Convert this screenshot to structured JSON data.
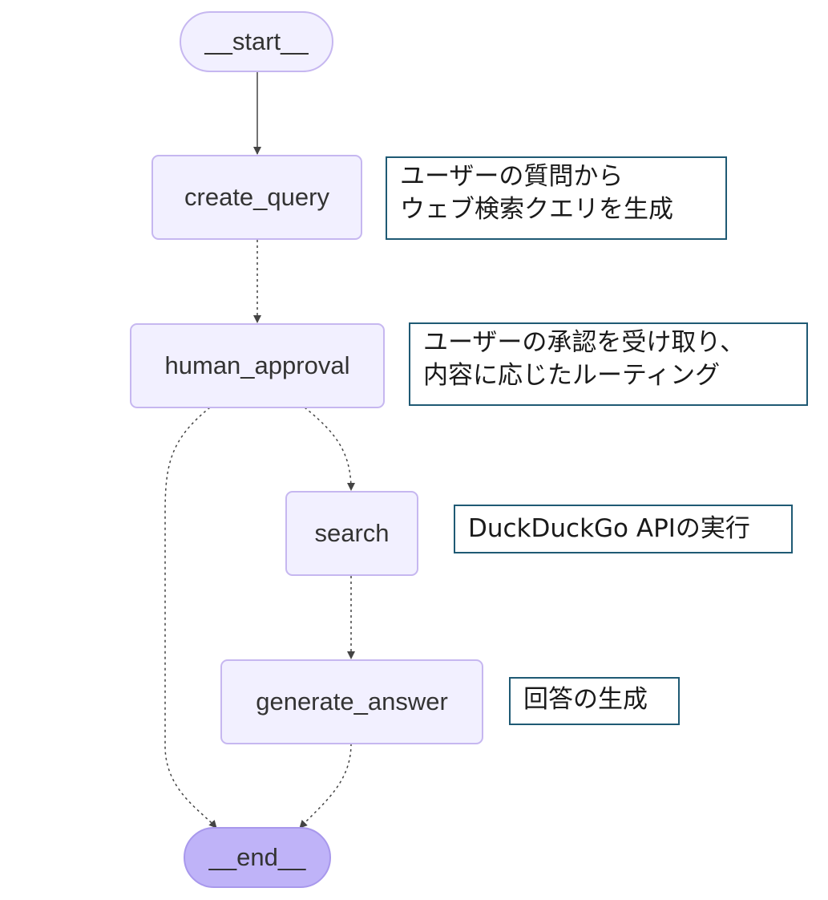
{
  "nodes": {
    "start": "__start__",
    "create_query": "create_query",
    "human_approval": "human_approval",
    "search": "search",
    "generate_answer": "generate_answer",
    "end": "__end__"
  },
  "notes": {
    "create_query": [
      "ユーザーの質問から",
      "ウェブ検索クエリを生成"
    ],
    "human_approval": [
      "ユーザーの承認を受け取り、",
      "内容に応じたルーティング"
    ],
    "search": [
      "DuckDuckGo APIの実行"
    ],
    "generate_answer": [
      "回答の生成"
    ]
  },
  "colors": {
    "node_fill": "#f2f0ff",
    "node_border": "#c6b7f0",
    "terminal_fill": "#bfb3f8",
    "edge": "#444444",
    "note_border": "#1f5a74"
  }
}
